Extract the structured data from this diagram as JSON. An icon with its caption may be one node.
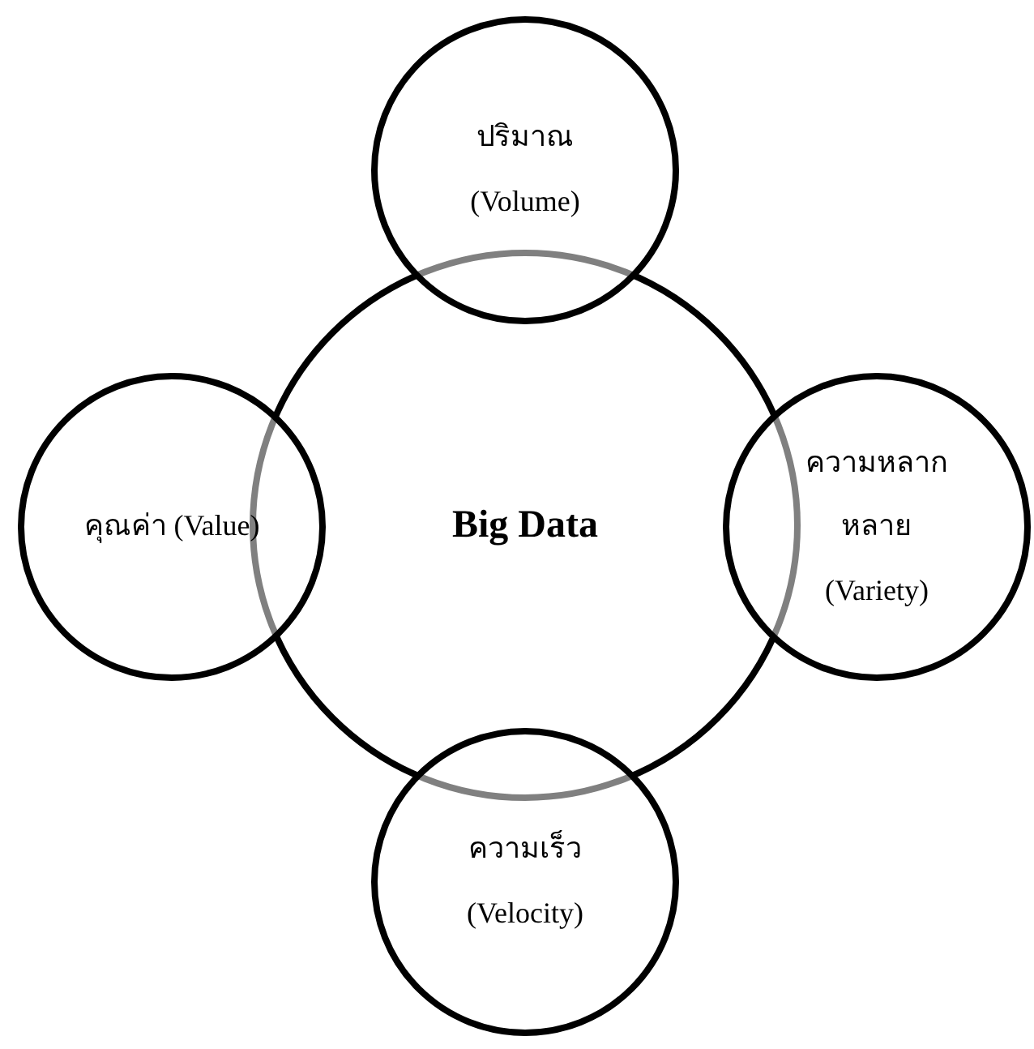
{
  "diagram": {
    "nodes": [
      {
        "text": [
          "Big Data"
        ]
      },
      {
        "text": [
          "ปริมาณ (Volume)"
        ]
      },
      {
        "text": [
          "คุณค่า (Value)"
        ]
      },
      {
        "text": [
          "ความหลากหลาย (Variety)"
        ]
      },
      {
        "text": [
          "ความเร็ว (Velocity)"
        ]
      }
    ]
  }
}
